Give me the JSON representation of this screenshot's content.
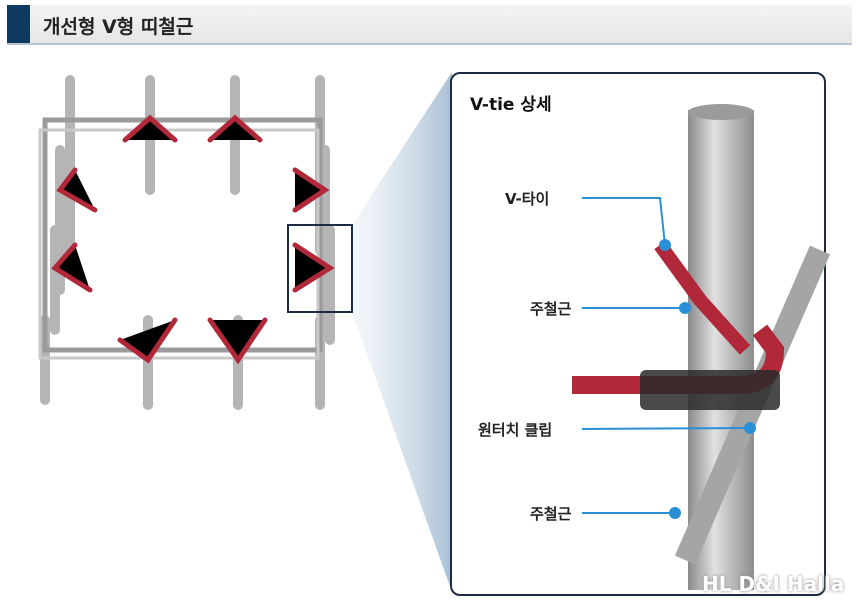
{
  "header": {
    "title": "개선형 V형 띠철근"
  },
  "detail": {
    "title": "V-tie 상세",
    "labels": [
      "V-타이",
      "주철근",
      "원터치 클립",
      "주철근"
    ]
  },
  "logo": "HL D&I Halla",
  "colors": {
    "accent": "#0f3a5f",
    "callout": "#2b8fd6",
    "tie": "#b0283a"
  }
}
